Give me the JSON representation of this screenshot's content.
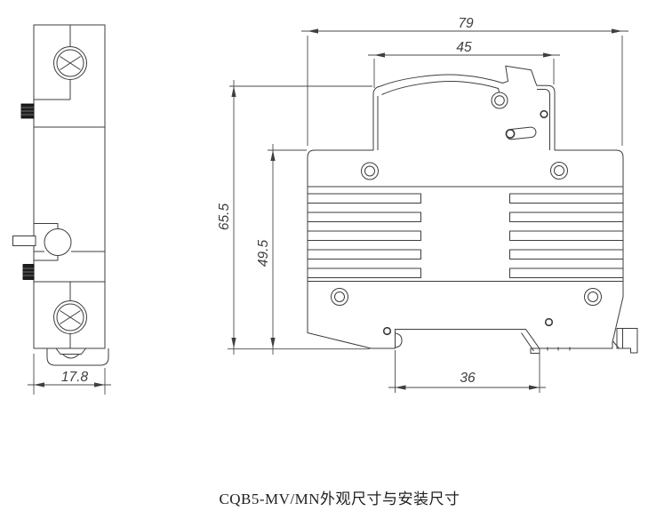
{
  "caption": "CQB5-MV/MN外观尺寸与安装尺寸",
  "dimensions": {
    "side_width": "17.8",
    "overall_width": "79",
    "top_section_width": "45",
    "overall_height": "65.5",
    "body_height": "49.5",
    "din_slot_width": "36"
  },
  "colors": {
    "line": "#3c3c3c",
    "dimension": "#4a4a4a",
    "background": "#ffffff"
  }
}
